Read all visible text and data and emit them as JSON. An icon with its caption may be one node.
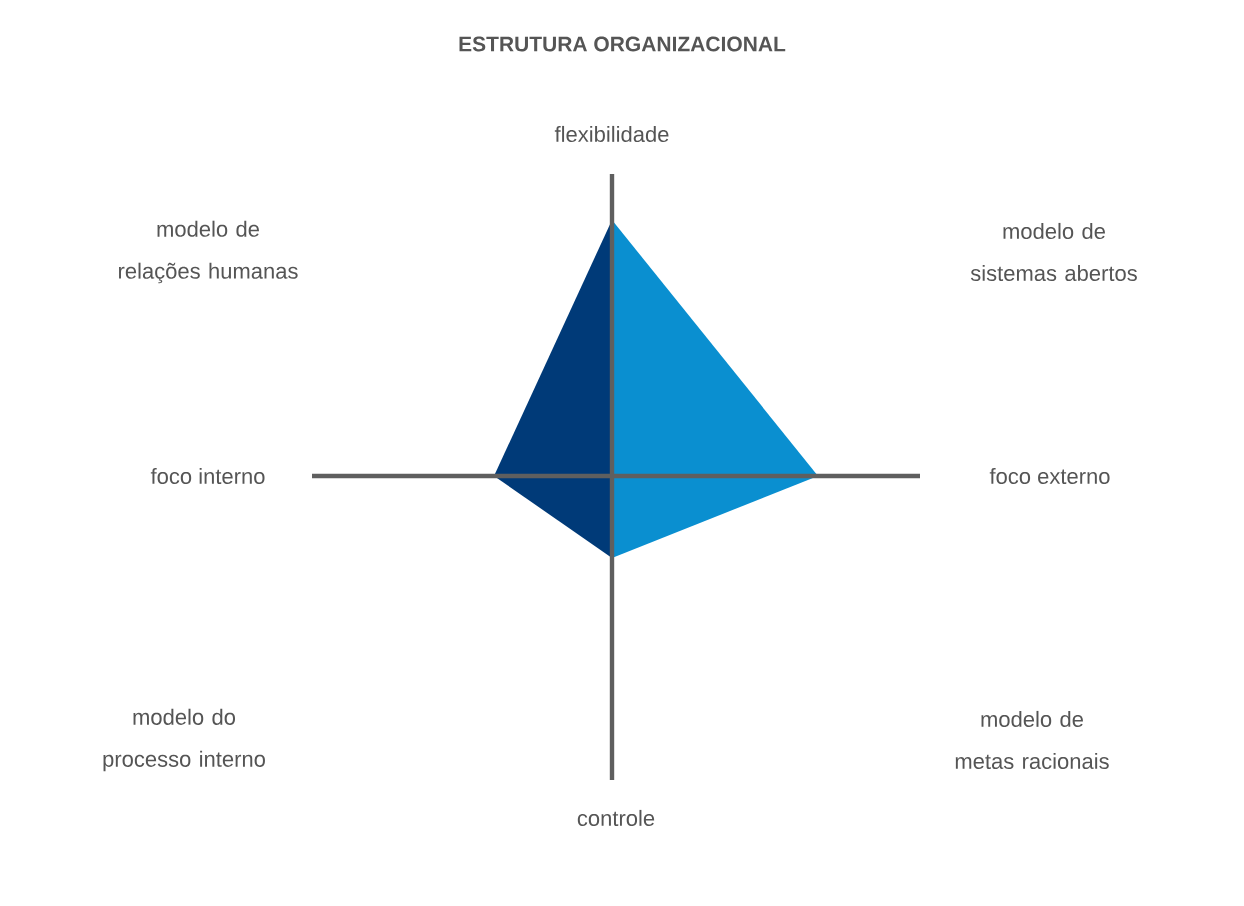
{
  "diagram": {
    "title": "ESTRUTURA ORGANIZACIONAL",
    "labels": [
      "flexibilidade",
      "modelo de relações humanas",
      "modelo de sistemas abertos",
      "foco interno",
      "foco externo",
      "modelo do processo interno",
      "modelo de metas racionais",
      "controle"
    ]
  }
}
